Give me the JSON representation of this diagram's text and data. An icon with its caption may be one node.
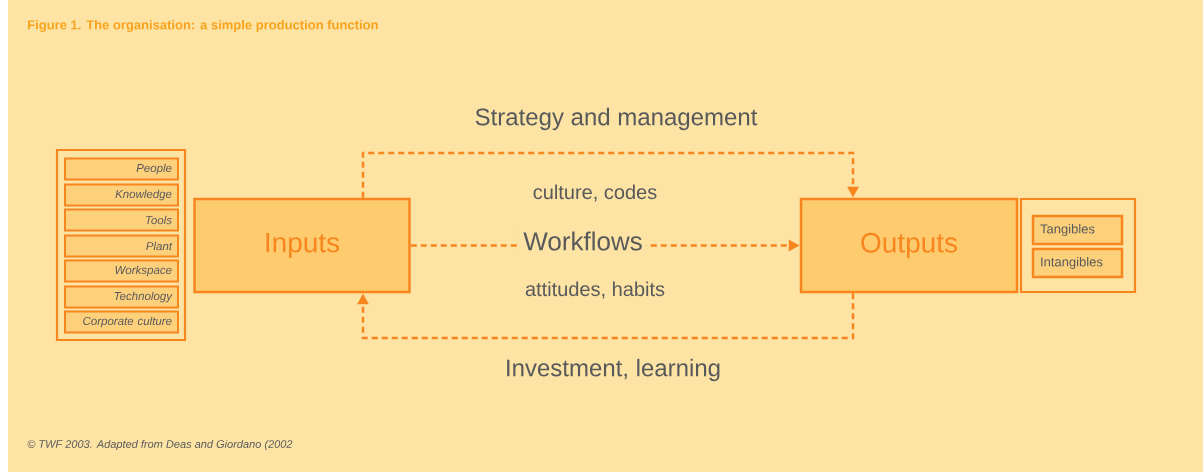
{
  "diagram": {
    "title": "Figure 1. The organisation: a simple production function",
    "caption": "© TWF 2003. Adapted from Deas and Giordano (2002",
    "nodes": [
      {
        "text": [],
        "shape": "box"
      },
      {
        "text": [
          "People"
        ],
        "in": 0
      },
      {
        "text": [
          "Knowledge"
        ],
        "in": 0
      },
      {
        "text": [
          "Tools"
        ],
        "in": 0
      },
      {
        "text": [
          "Plant"
        ],
        "in": 0
      },
      {
        "text": [
          "Workspace"
        ],
        "in": 0
      },
      {
        "text": [
          "Technology"
        ],
        "in": 0
      },
      {
        "text": [
          "Corporate culture"
        ],
        "in": 0
      },
      {
        "text": [
          "Inputs"
        ]
      },
      {
        "text": [
          "Outputs"
        ]
      },
      {
        "text": [],
        "shape": "box"
      },
      {
        "text": [
          "Tangibles"
        ],
        "in": 10
      },
      {
        "text": [
          "Intangibles"
        ],
        "in": 10
      }
    ],
    "edges": [
      {
        "from": 8,
        "to": 9,
        "arrow": "to",
        "label": "Workflows",
        "style": "dashed"
      },
      {
        "from": 8,
        "to": 9,
        "arrow": "to",
        "label": "Strategy and management",
        "style": "dashed"
      },
      {
        "from": 9,
        "to": 8,
        "arrow": "to",
        "label": "Investment, learning",
        "style": "dashed"
      }
    ],
    "labels": [
      "culture, codes",
      "attitudes, habits"
    ]
  }
}
